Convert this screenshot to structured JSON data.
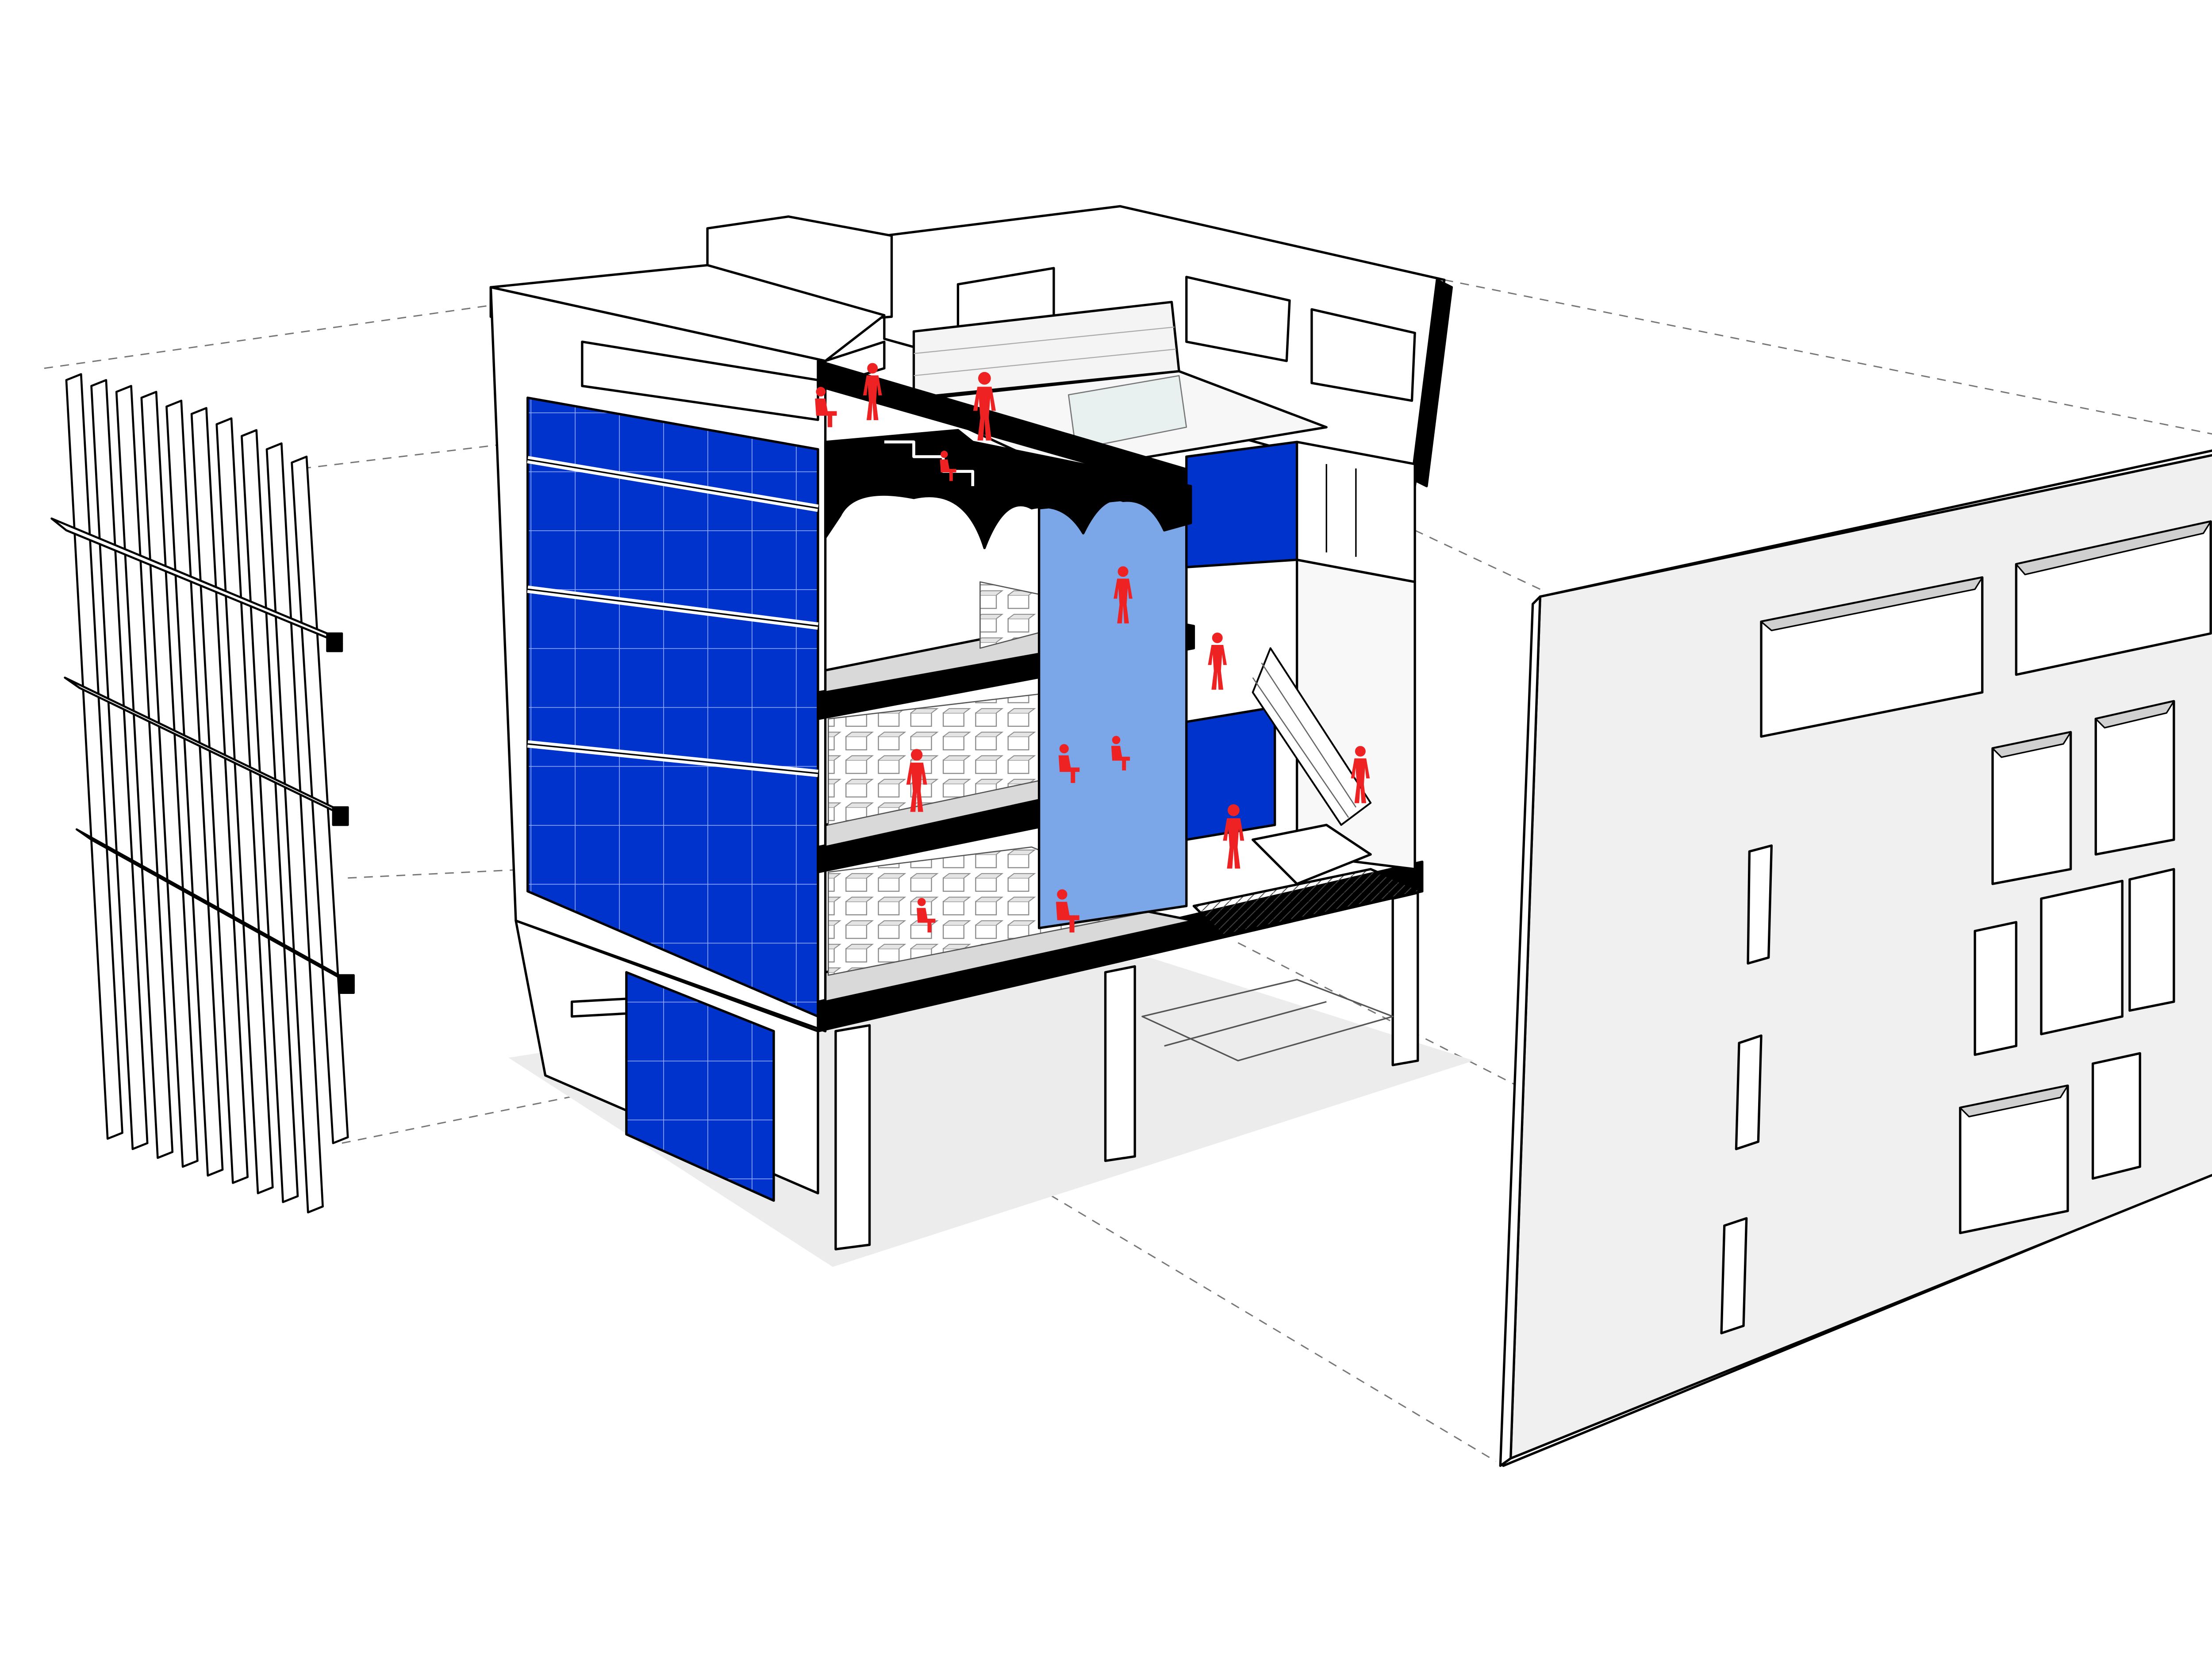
{
  "diagram": {
    "kind": "exploded axonometric building section",
    "colors": {
      "background": "#ffffff",
      "line": "#000000",
      "wall_white": "#ffffff",
      "floor_grey": "#d9d9d9",
      "shadow_grey": "#ececec",
      "panel_grey": "#f0f0f0",
      "glass_blue": "#0033cc",
      "light_blue": "#7ba7e8",
      "figure_red": "#ee2222"
    },
    "parts": [
      {
        "name": "vertical-fin-screen",
        "icon": "fin-screen-icon"
      },
      {
        "name": "sectioned-building",
        "icon": "building-section-icon"
      },
      {
        "name": "perforated-facade-panel",
        "icon": "facade-panel-icon"
      }
    ],
    "figure_icon": "person-silhouette-icon"
  }
}
